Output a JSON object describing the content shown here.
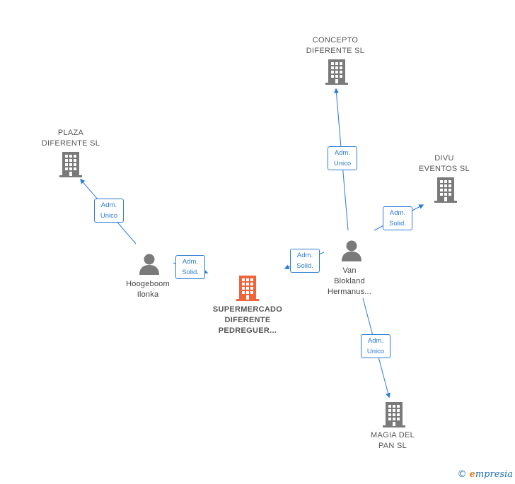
{
  "colors": {
    "edge": "#2b7bd4",
    "company": "#7a7a7a",
    "focus": "#f0643c",
    "person": "#7a7a7a"
  },
  "nodes": [
    {
      "id": "concepto",
      "kind": "company",
      "icon": "building-icon",
      "lines": [
        "CONCEPTO",
        "DIFERENTE  SL"
      ]
    },
    {
      "id": "plaza",
      "kind": "company",
      "icon": "building-icon",
      "lines": [
        "PLAZA",
        "DIFERENTE  SL"
      ]
    },
    {
      "id": "divu",
      "kind": "company",
      "icon": "building-icon",
      "lines": [
        "DIVU",
        "EVENTOS  SL"
      ]
    },
    {
      "id": "supermercado",
      "kind": "focus",
      "icon": "building-icon",
      "lines": [
        "SUPERMERCADO",
        "DIFERENTE",
        "PEDREGUER..."
      ]
    },
    {
      "id": "hoogeboom",
      "kind": "person",
      "icon": "person-icon",
      "lines": [
        "Hoogeboom",
        "Ilonka"
      ]
    },
    {
      "id": "vanblokland",
      "kind": "person",
      "icon": "person-icon",
      "lines": [
        "Van",
        "Blokland",
        "Hermanus..."
      ]
    },
    {
      "id": "magia",
      "kind": "company",
      "icon": "building-icon",
      "lines": [
        "MAGIA DEL",
        "PAN  SL"
      ]
    }
  ],
  "edges": [
    {
      "id": "e1",
      "from": "hoogeboom",
      "to": "plaza",
      "label": [
        "Adm.",
        "Unico"
      ]
    },
    {
      "id": "e2",
      "from": "hoogeboom",
      "to": "supermercado",
      "label": [
        "Adm.",
        "Solid."
      ]
    },
    {
      "id": "e3",
      "from": "vanblokland",
      "to": "concepto",
      "label": [
        "Adm.",
        "Unico"
      ]
    },
    {
      "id": "e4",
      "from": "vanblokland",
      "to": "divu",
      "label": [
        "Adm.",
        "Solid."
      ]
    },
    {
      "id": "e5",
      "from": "vanblokland",
      "to": "supermercado",
      "label": [
        "Adm.",
        "Solid."
      ]
    },
    {
      "id": "e6",
      "from": "vanblokland",
      "to": "magia",
      "label": [
        "Adm.",
        "Unico"
      ]
    }
  ],
  "watermark": {
    "copyright": "©",
    "brand_initial": "e",
    "brand_rest": "mpresia"
  }
}
